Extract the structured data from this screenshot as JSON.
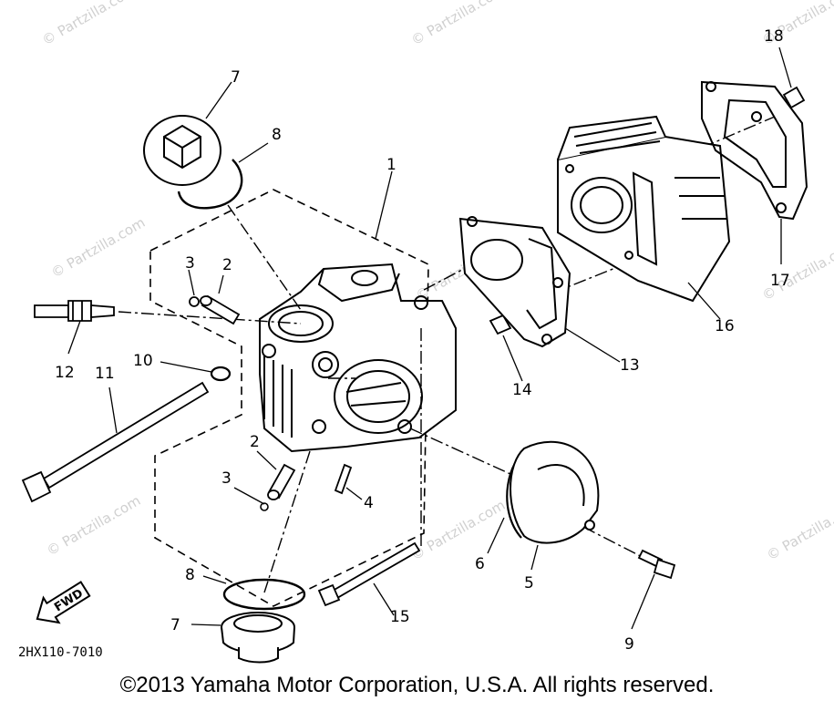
{
  "watermark": "© Partzilla.com",
  "callouts": {
    "c1": "1",
    "c2a": "2",
    "c2b": "2",
    "c3a": "3",
    "c3b": "3",
    "c4": "4",
    "c5": "5",
    "c6": "6",
    "c7a": "7",
    "c7b": "7",
    "c8a": "8",
    "c8b": "8",
    "c9": "9",
    "c10": "10",
    "c11": "11",
    "c12": "12",
    "c13": "13",
    "c14": "14",
    "c15": "15",
    "c16": "16",
    "c17": "17",
    "c18": "18"
  },
  "fwd_label": "FWD",
  "diagram_code": "2HX110-7010",
  "copyright": "©2013 Yamaha Motor Corporation, U.S.A. All rights reserved."
}
